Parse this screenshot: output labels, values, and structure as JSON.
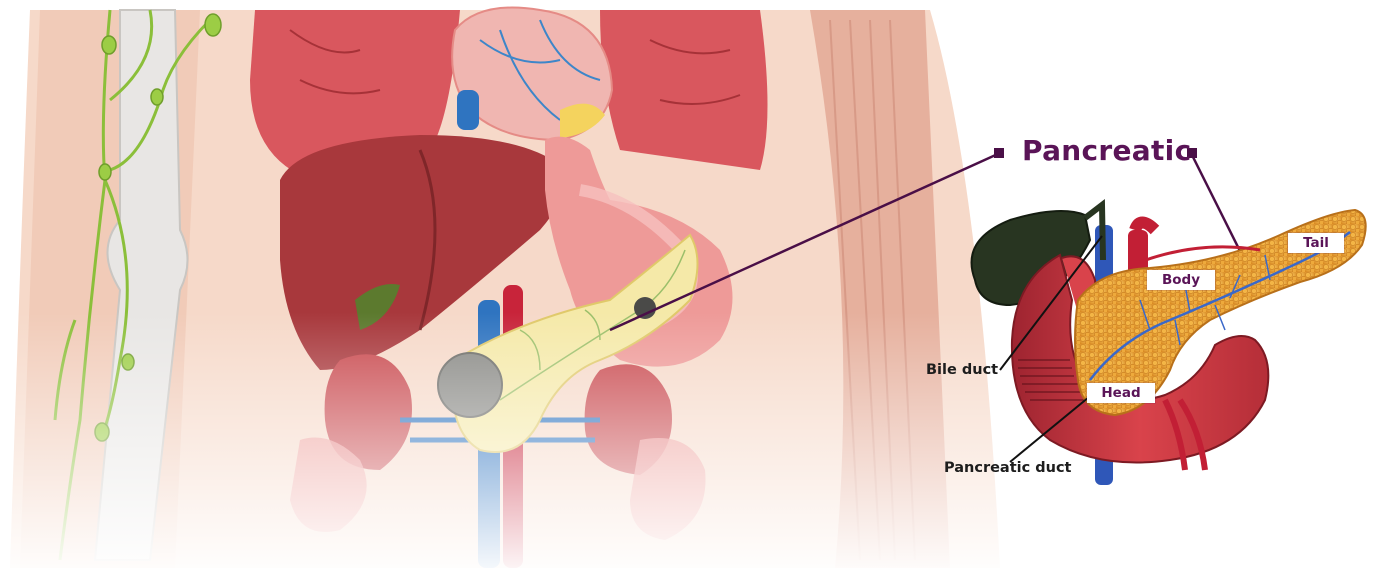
{
  "title": "Pancreatic",
  "labels": {
    "tail": "Tail",
    "body": "Body",
    "head": "Head",
    "bile_duct": "Bile duct",
    "pancreatic_duct": "Pancreatic duct"
  },
  "colors": {
    "accent": "#5a1457",
    "pancreas": "#e9a23a",
    "pancreas_light": "#f5e9a8",
    "duodenum": "#c9363f",
    "liver": "#a8383c",
    "skin": "#f5d6c6",
    "vein": "#2f74c0",
    "artery": "#c8243a",
    "gallbladder": "#2b3a1f",
    "lymph": "#8bbf3a"
  }
}
